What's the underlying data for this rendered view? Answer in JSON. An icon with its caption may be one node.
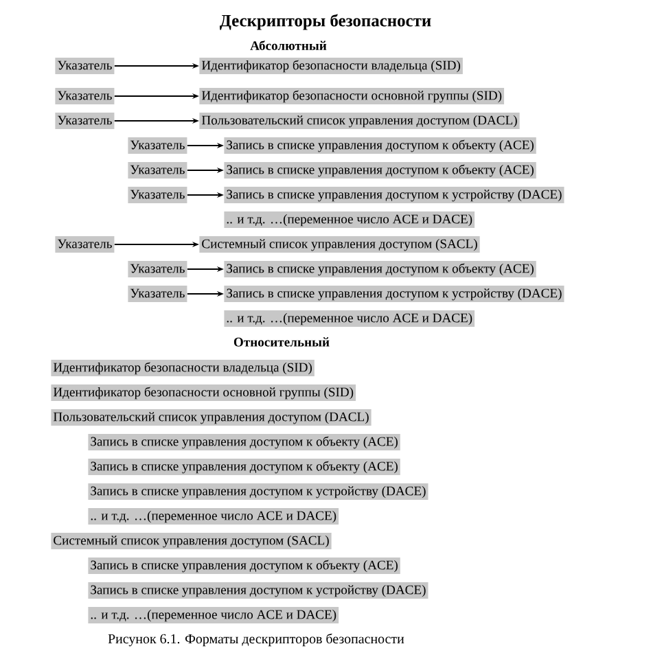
{
  "diagram": {
    "title": "Дескрипторы безопасности",
    "nodes": [
      {
        "text": [
          "Указатель"
        ]
      },
      {
        "text": [
          "Идентификатор безопасности владельца (SID)"
        ]
      },
      {
        "text": [
          "Указатель"
        ]
      },
      {
        "text": [
          "Идентификатор безопасности основной группы (SID)"
        ]
      },
      {
        "text": [
          "Указатель"
        ]
      },
      {
        "text": [
          "Пользовательский список управления доступом (DACL)"
        ]
      },
      {
        "text": [
          "Указатель"
        ]
      },
      {
        "text": [
          "Запись в списке управления доступом к объекту (ACE)"
        ]
      },
      {
        "text": [
          "Указатель"
        ]
      },
      {
        "text": [
          "Запись в списке управления доступом к объекту (ACE)"
        ]
      },
      {
        "text": [
          "Указатель"
        ]
      },
      {
        "text": [
          "Запись в списке управления доступом к устройству (DACE)"
        ]
      },
      {
        "text": [
          ".. и т.д. …(переменное число ACE и DACE)"
        ]
      },
      {
        "text": [
          "Указатель"
        ]
      },
      {
        "text": [
          "Системный список управления доступом (SACL)"
        ]
      },
      {
        "text": [
          "Указатель"
        ]
      },
      {
        "text": [
          "Запись в списке управления доступом к объекту (ACE)"
        ]
      },
      {
        "text": [
          "Указатель"
        ]
      },
      {
        "text": [
          "Запись в списке управления доступом к устройству (DACE)"
        ]
      },
      {
        "text": [
          ".. и т.д. …(переменное число ACE и DACE)"
        ]
      },
      {
        "text": [
          "Идентификатор безопасности владельца (SID)"
        ]
      },
      {
        "text": [
          "Идентификатор безопасности основной группы (SID)"
        ]
      },
      {
        "text": [
          "Пользовательский список управления доступом (DACL)"
        ]
      },
      {
        "text": [
          "Запись в списке управления доступом к объекту (ACE)"
        ]
      },
      {
        "text": [
          "Запись в списке управления доступом к объекту (ACE)"
        ]
      },
      {
        "text": [
          "Запись в списке управления доступом к устройству (DACE)"
        ]
      },
      {
        "text": [
          ".. и т.д. …(переменное число ACE и DACE)"
        ]
      },
      {
        "text": [
          "Системный список управления доступом (SACL)"
        ]
      },
      {
        "text": [
          "Запись в списке управления доступом к объекту (ACE)"
        ]
      },
      {
        "text": [
          "Запись в списке управления доступом к устройству (DACE)"
        ]
      },
      {
        "text": [
          ".. и т.д. …(переменное число ACE и DACE)"
        ]
      }
    ],
    "edges": [
      {
        "from": 0,
        "to": 1,
        "arrow": "to"
      },
      {
        "from": 2,
        "to": 3,
        "arrow": "to"
      },
      {
        "from": 4,
        "to": 5,
        "arrow": "to"
      },
      {
        "from": 6,
        "to": 7,
        "arrow": "to"
      },
      {
        "from": 8,
        "to": 9,
        "arrow": "to"
      },
      {
        "from": 10,
        "to": 11,
        "arrow": "to"
      },
      {
        "from": 13,
        "to": 14,
        "arrow": "to"
      },
      {
        "from": 15,
        "to": 16,
        "arrow": "to"
      },
      {
        "from": 17,
        "to": 18,
        "arrow": "to"
      }
    ],
    "labels": [
      "Абсолютный",
      "Относительный"
    ],
    "caption": "Рисунок 6.1.  Форматы дескрипторов безопасности"
  }
}
